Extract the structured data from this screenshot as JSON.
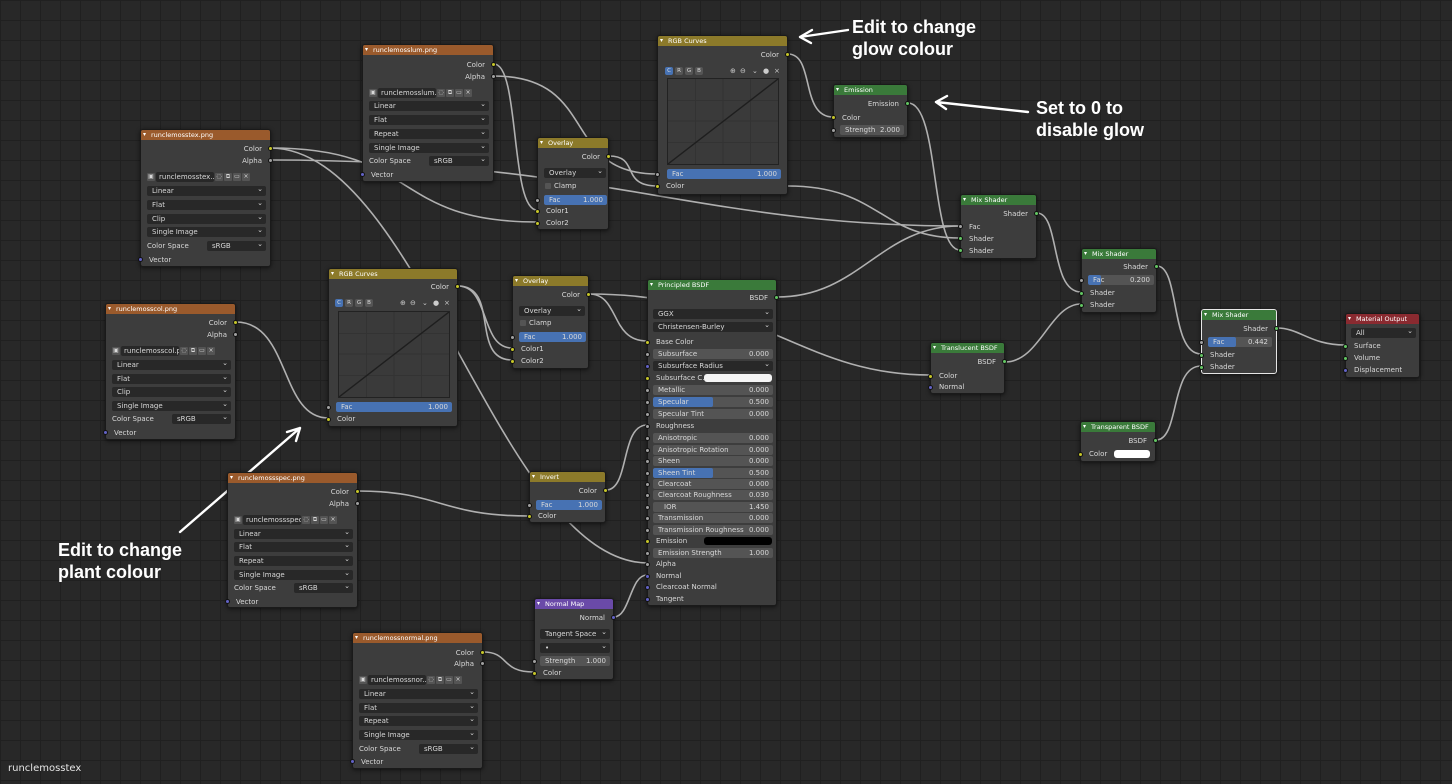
{
  "footer_label": "runclemosstex",
  "annotations": {
    "glow_colour": [
      "Edit to change",
      "glow colour"
    ],
    "disable_glow": [
      "Set to 0 to",
      "disable glow"
    ],
    "plant_colour": [
      "Edit to change",
      "plant colour"
    ]
  },
  "colors": {
    "texture_header": "#9a5a2c",
    "color_header": "#8c7a2a",
    "shader_header": "#3a7a3a",
    "vector_header": "#6a4aa8",
    "output_header": "#8a2a30",
    "selection_blue": "#4772b3",
    "wire": "#c8c8c8"
  },
  "common": {
    "color": "Color",
    "alpha": "Alpha",
    "vector": "Vector",
    "fac": "Fac",
    "color1": "Color1",
    "color2": "Color2",
    "shader": "Shader",
    "overlay": "Overlay",
    "clamp": "Clamp",
    "color_space": "Color Space",
    "srgb": "sRGB",
    "linear": "Linear",
    "flat": "Flat",
    "single_image": "Single Image",
    "channel_c": "C",
    "channel_r": "R",
    "channel_g": "G",
    "channel_b": "B"
  },
  "tex_lum": {
    "title": "runclemosslum.png",
    "image": "runclemosslum...",
    "extension": "Repeat"
  },
  "tex_tex": {
    "title": "runclemosstex.png",
    "image": "runclemosstex...",
    "extension": "Clip"
  },
  "tex_col": {
    "title": "runclemosscol.png",
    "image": "runclemosscol.p...",
    "extension": "Clip"
  },
  "tex_spec": {
    "title": "runclemossspec.png",
    "image": "runclemossspec...",
    "extension": "Repeat"
  },
  "tex_normal": {
    "title": "runclemossnormal.png",
    "image": "runclemossnor...",
    "extension": "Repeat"
  },
  "curves_top": {
    "title": "RGB Curves",
    "fac": "1.000"
  },
  "curves_mid": {
    "title": "RGB Curves",
    "fac": "1.000"
  },
  "overlay_top": {
    "title": "Overlay",
    "fac": "1.000"
  },
  "overlay_mid": {
    "title": "Overlay",
    "fac": "1.000"
  },
  "emission": {
    "title": "Emission",
    "out": "Emission",
    "strength_label": "Strength",
    "strength": "2.000"
  },
  "mix1": {
    "title": "Mix Shader"
  },
  "mix2": {
    "title": "Mix Shader",
    "fac": "0.200"
  },
  "mix3": {
    "title": "Mix Shader",
    "fac": "0.442"
  },
  "invert": {
    "title": "Invert",
    "fac": "1.000"
  },
  "normal_map": {
    "title": "Normal Map",
    "out": "Normal",
    "space": "Tangent Space",
    "uv": "•",
    "strength_label": "Strength",
    "strength": "1.000"
  },
  "translucent": {
    "title": "Translucent BSDF",
    "out": "BSDF",
    "normal": "Normal"
  },
  "transparent": {
    "title": "Transparent BSDF",
    "out": "BSDF"
  },
  "material_output": {
    "title": "Material Output",
    "target": "All",
    "surface": "Surface",
    "volume": "Volume",
    "displacement": "Displacement"
  },
  "principled": {
    "title": "Principled BSDF",
    "out": "BSDF",
    "distribution": "GGX",
    "subsurface_method": "Christensen-Burley",
    "base_color": "Base Color",
    "subsurface": "Subsurface",
    "subsurface_v": "0.000",
    "subsurface_radius": "Subsurface Radius",
    "subsurface_color": "Subsurface C...",
    "metallic": "Metallic",
    "metallic_v": "0.000",
    "specular": "Specular",
    "specular_v": "0.500",
    "specular_tint": "Specular Tint",
    "specular_tint_v": "0.000",
    "roughness": "Roughness",
    "anisotropic": "Anisotropic",
    "anisotropic_v": "0.000",
    "anisotropic_rotation": "Anisotropic Rotation",
    "anisotropic_rotation_v": "0.000",
    "sheen": "Sheen",
    "sheen_v": "0.000",
    "sheen_tint": "Sheen Tint",
    "sheen_tint_v": "0.500",
    "clearcoat": "Clearcoat",
    "clearcoat_v": "0.000",
    "clearcoat_roughness": "Clearcoat Roughness",
    "clearcoat_roughness_v": "0.030",
    "ior": "IOR",
    "ior_v": "1.450",
    "transmission": "Transmission",
    "transmission_v": "0.000",
    "transmission_roughness": "Transmission Roughness",
    "transmission_roughness_v": "0.000",
    "emission": "Emission",
    "emission_strength": "Emission Strength",
    "emission_strength_v": "1.000",
    "alpha": "Alpha",
    "normal": "Normal",
    "clearcoat_normal": "Clearcoat Normal",
    "tangent": "Tangent"
  }
}
